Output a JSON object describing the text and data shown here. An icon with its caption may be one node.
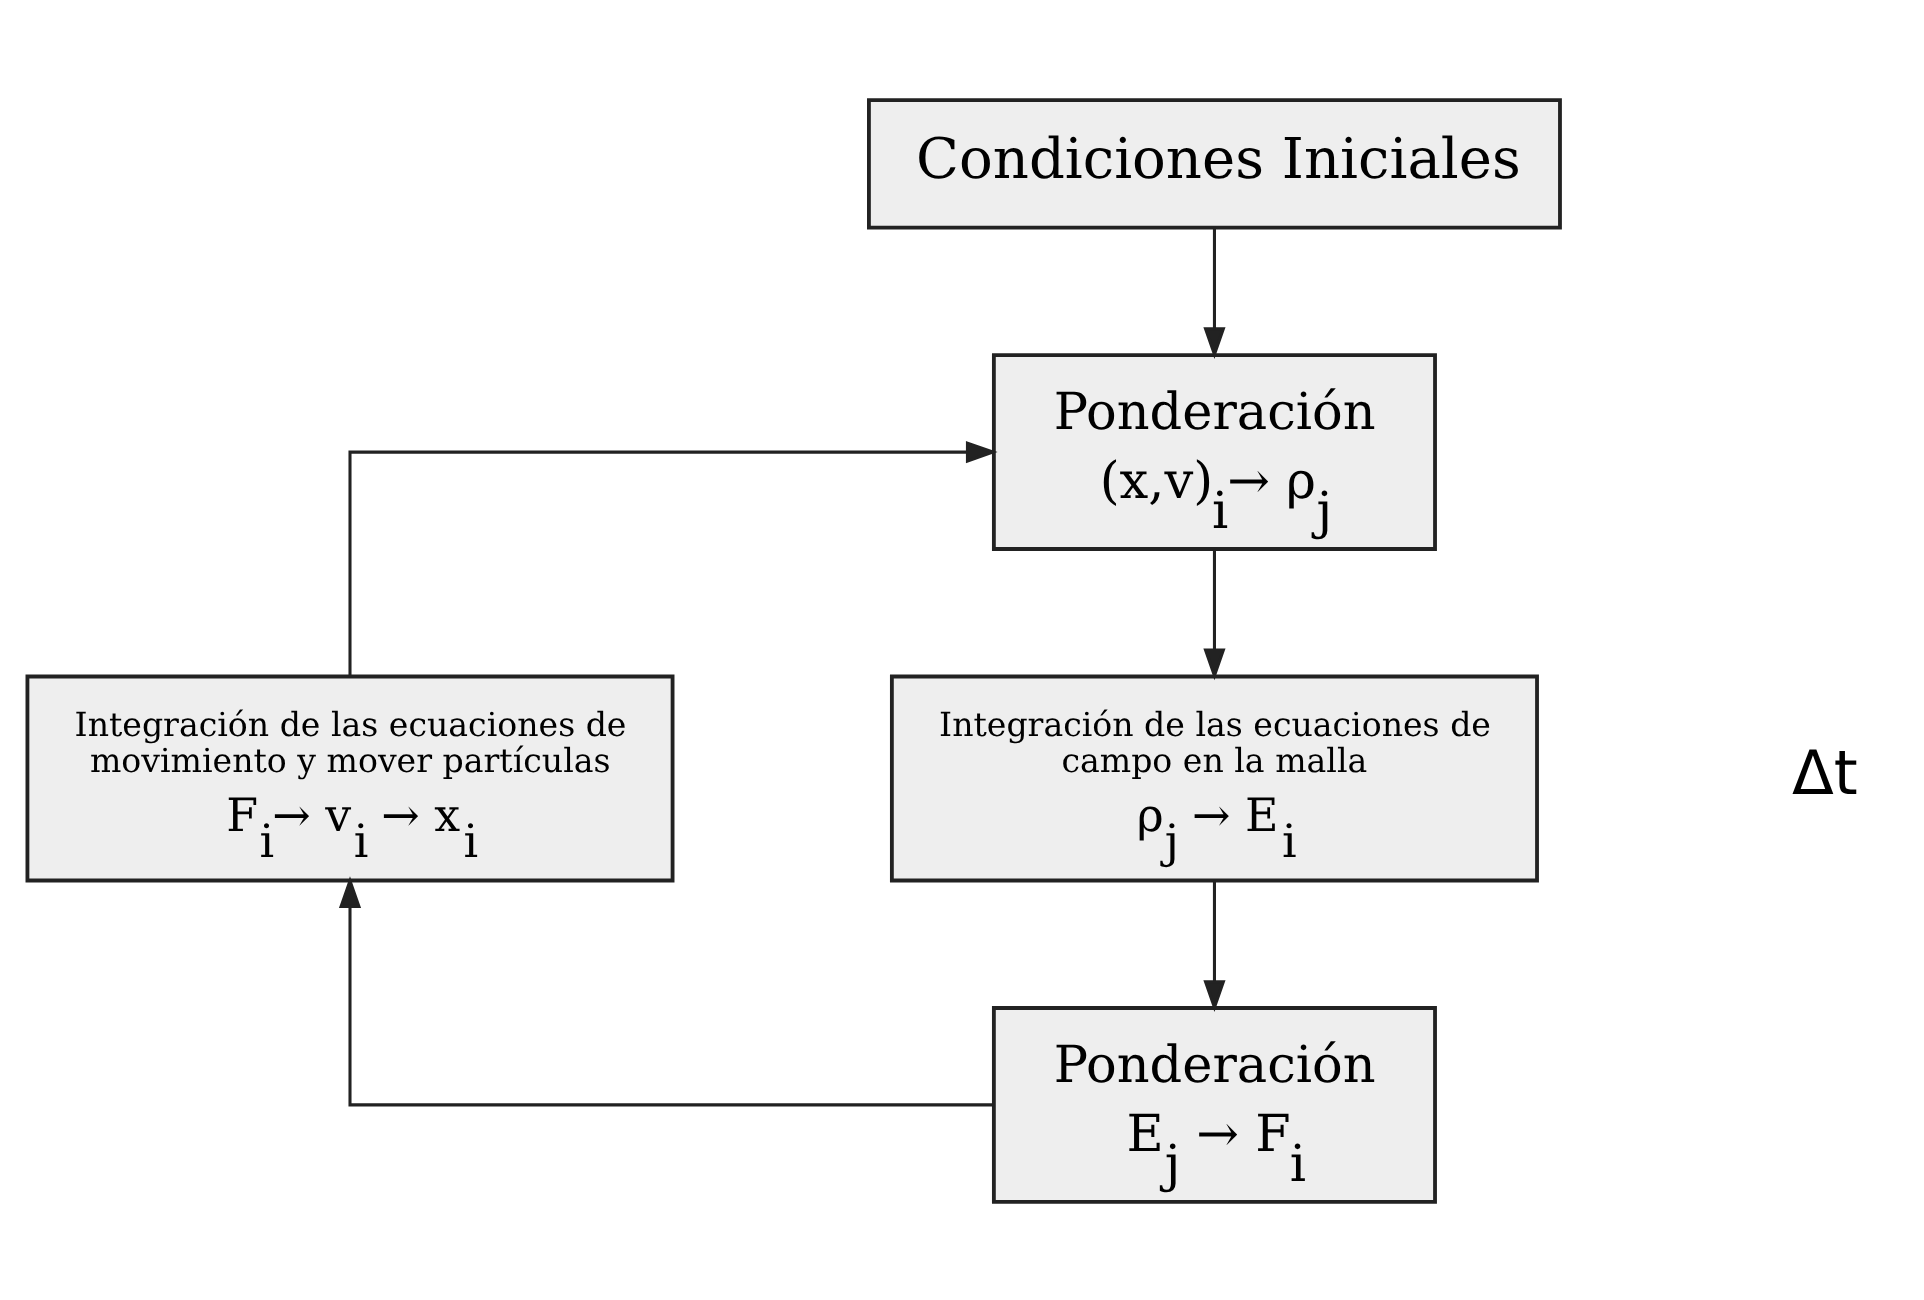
{
  "diagram": {
    "nodes": [
      {
        "text": [
          "Condiciones Iniciales"
        ]
      },
      {
        "text": [
          "Ponderación",
          "(x,v)$_{i}$→ ρ$_{j}$"
        ]
      },
      {
        "text": [
          "Integración de las ecuaciones de campo en la malla",
          "ρ$_{j}$ → E$_{i}$"
        ]
      },
      {
        "text": [
          "Ponderación",
          "E$_{j}$ → F$_{i}$"
        ]
      },
      {
        "text": [
          "Integración de las ecuaciones de movimiento y mover partículas",
          "F$_{i}$→ v$_{i}$ → x$_{i}$"
        ]
      }
    ],
    "edges": [
      {
        "from": 0,
        "to": 1,
        "arrow": "to"
      },
      {
        "from": 1,
        "to": 2,
        "arrow": "to"
      },
      {
        "from": 2,
        "to": 3,
        "arrow": "to"
      },
      {
        "from": 3,
        "to": 4,
        "arrow": "to"
      },
      {
        "from": 4,
        "to": 1,
        "arrow": "to"
      }
    ],
    "labels": [
      "Δt"
    ]
  }
}
